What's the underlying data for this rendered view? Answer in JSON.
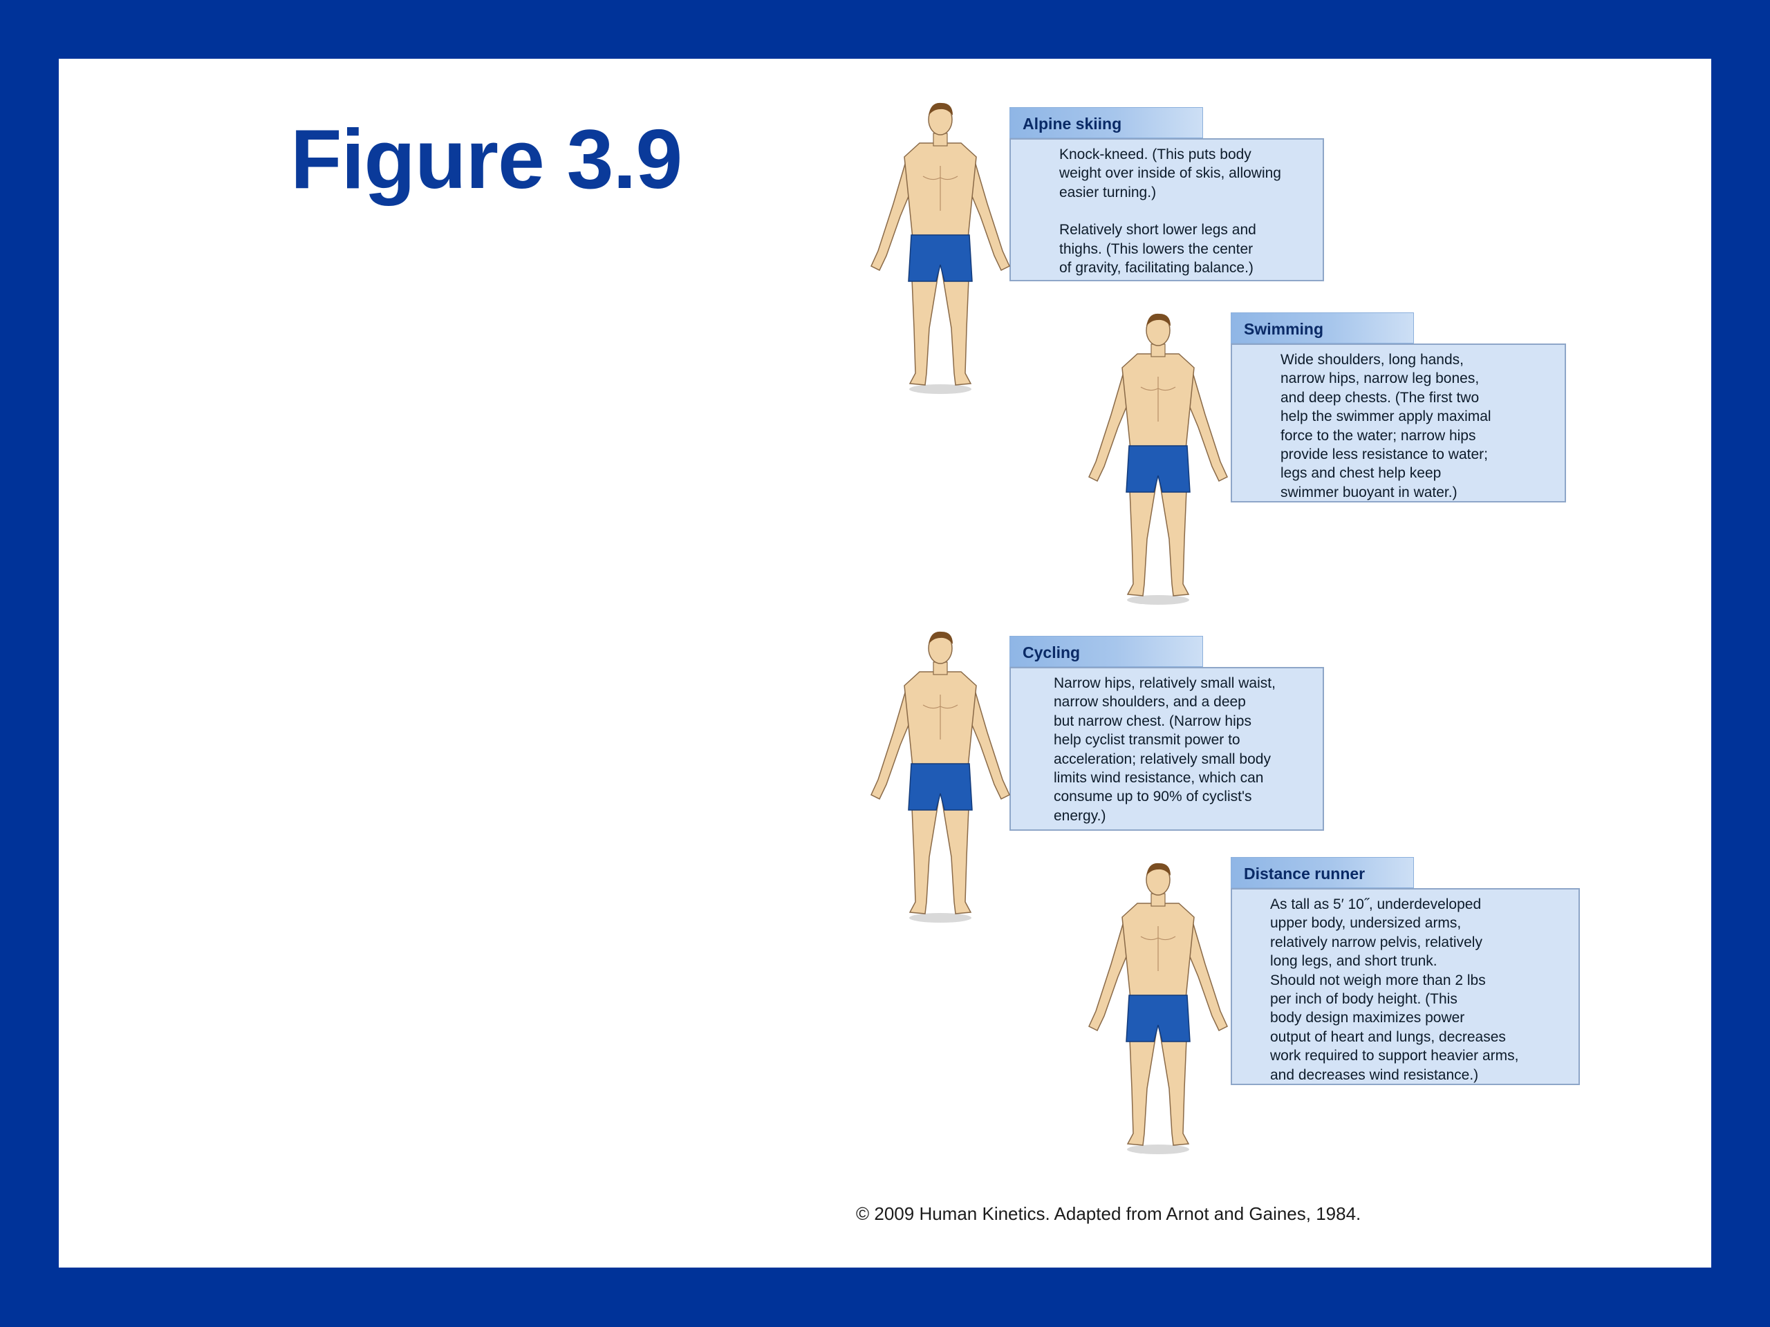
{
  "slide": {
    "title": "Figure 3.9"
  },
  "figures": [
    {
      "sport": "Alpine skiing",
      "paragraphs": [
        "Knock-kneed. (This puts body\nweight over inside of skis, allowing\neasier turning.)",
        "Relatively short lower legs and\nthighs. (This lowers the center\nof gravity, facilitating balance.)"
      ]
    },
    {
      "sport": "Swimming",
      "paragraphs": [
        "Wide shoulders, long hands,\nnarrow hips, narrow leg bones,\nand deep chests. (The first two\nhelp the swimmer apply maximal\nforce to the water; narrow hips\nprovide less resistance to water;\nlegs and chest help keep\nswimmer buoyant in water.)"
      ]
    },
    {
      "sport": "Cycling",
      "paragraphs": [
        "Narrow hips, relatively small waist,\nnarrow shoulders, and a deep\nbut narrow chest. (Narrow hips\nhelp cyclist transmit power to\nacceleration;  relatively small body\nlimits wind resistance, which can\nconsume up to 90% of cyclist's\nenergy.)"
      ]
    },
    {
      "sport": "Distance runner",
      "paragraphs": [
        "As tall as 5′ 10˝, underdeveloped\nupper body, undersized arms,\nrelatively narrow pelvis, relatively\nlong legs, and short trunk.\nShould not weigh more than 2 lbs\nper inch of body height. (This\nbody design  maximizes power\noutput of heart and lungs, decreases\nwork required to support heavier arms,\nand decreases wind resistance.)"
      ]
    }
  ],
  "credit": "© 2009 Human Kinetics. Adapted from Arnot and Gaines, 1984.",
  "colors": {
    "frame": "#003399",
    "title": "#0a3a9a",
    "shorts": "#1f5bb5",
    "skin": "#f0d2a6",
    "box": "#d4e3f6"
  }
}
